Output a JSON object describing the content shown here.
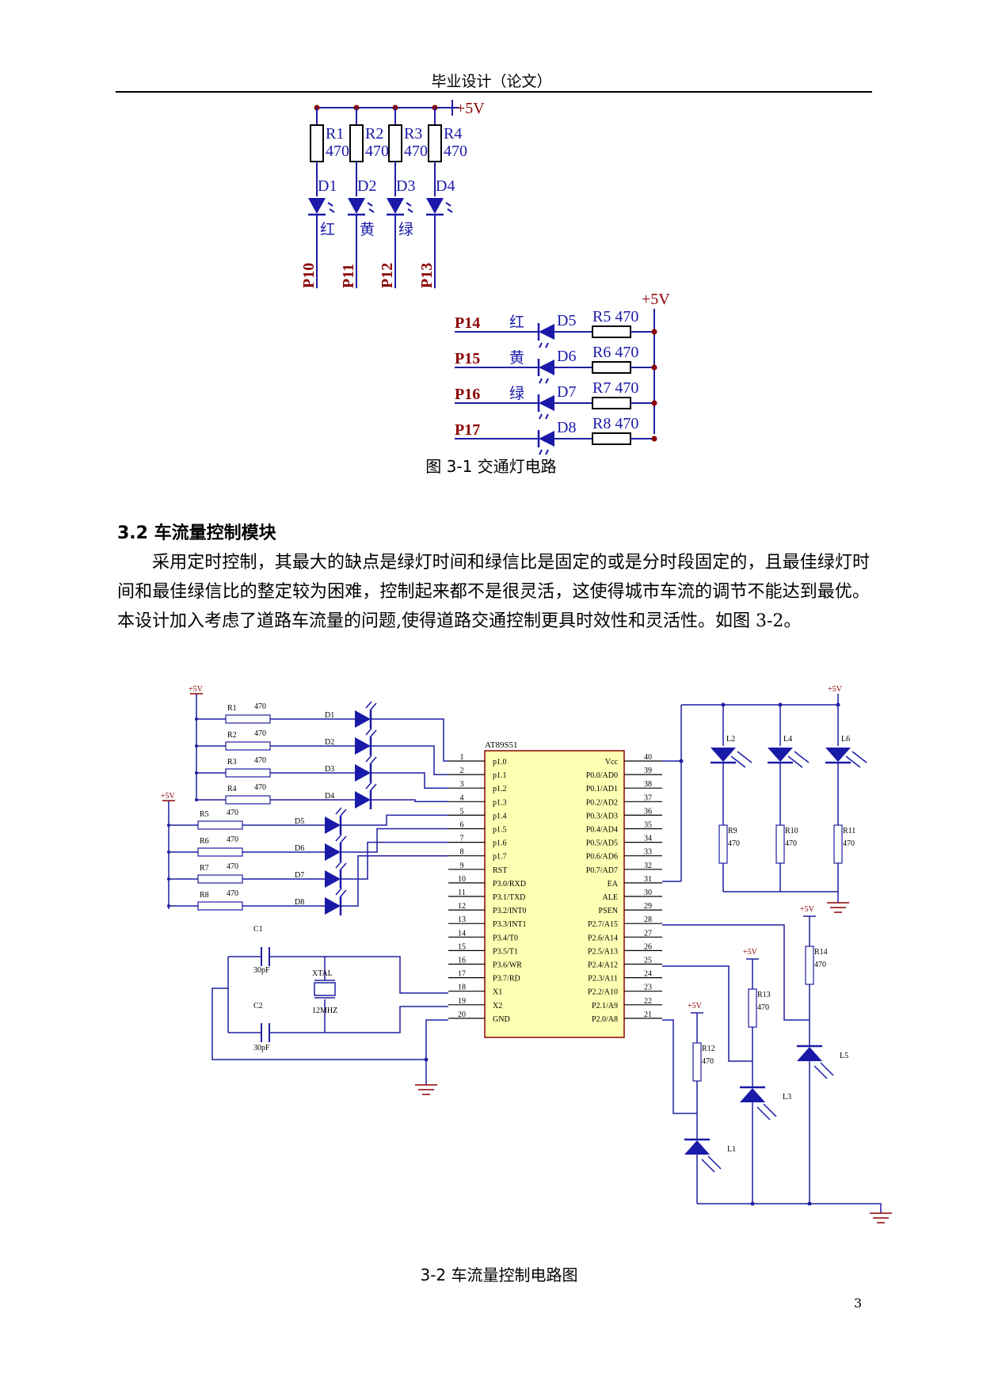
{
  "header": {
    "title": "毕业设计（论文）"
  },
  "figure1": {
    "supply_label": "+5V",
    "top_resistors": [
      {
        "name": "R1",
        "value": "470"
      },
      {
        "name": "R2",
        "value": "470"
      },
      {
        "name": "R3",
        "value": "470"
      },
      {
        "name": "R4",
        "value": "470"
      }
    ],
    "top_diodes": [
      {
        "name": "D1",
        "color": "红",
        "port": "P10"
      },
      {
        "name": "D2",
        "color": "黄",
        "port": "P11"
      },
      {
        "name": "D3",
        "color": "绿",
        "port": "P12"
      },
      {
        "name": "D4",
        "color": "",
        "port": "P13"
      }
    ],
    "supply_label_2": "+5V",
    "right_rows": [
      {
        "port": "P14",
        "color": "红",
        "diode": "D5",
        "resistor": "R5",
        "value": "470"
      },
      {
        "port": "P15",
        "color": "黄",
        "diode": "D6",
        "resistor": "R6",
        "value": "470"
      },
      {
        "port": "P16",
        "color": "绿",
        "diode": "D7",
        "resistor": "R7",
        "value": "470"
      },
      {
        "port": "P17",
        "color": "",
        "diode": "D8",
        "resistor": "R8",
        "value": "470"
      }
    ],
    "caption": "图 3-1  交通灯电路"
  },
  "section": {
    "title": "3.2 车流量控制模块",
    "paragraph": "采用定时控制，其最大的缺点是绿灯时间和绿信比是固定的或是分时段固定的，且最佳绿灯时间和最佳绿信比的整定较为困难，控制起来都不是很灵活，这使得城市车流的调节不能达到最优。本设计加入考虑了道路车流量的问题,使得道路交通控制更具时效性和灵活性。如图 3-2。"
  },
  "figure2": {
    "chip": "AT89S51",
    "left_pins": [
      "p1.0",
      "p1.1",
      "p1.2",
      "p1.3",
      "p1.4",
      "p1.5",
      "p1.6",
      "p1.7",
      "RST",
      "P3.0/RXD",
      "P3.1/TXD",
      "P3.2/INT0",
      "P3.3/INT1",
      "P3.4/T0",
      "P3.5/T1",
      "P3.6/WR",
      "P3.7/RD",
      "X1",
      "X2",
      "GND"
    ],
    "right_pins": [
      "Vcc",
      "P0.0/AD0",
      "P0.1/AD1",
      "P0.2/AD2",
      "P0.3/AD3",
      "P0.4/AD4",
      "P0.5/AD5",
      "P0.6/AD6",
      "P0.7/AD7",
      "EA",
      "ALE",
      "PSEN",
      "P2.7/A15",
      "P2.6/A14",
      "P2.5/A13",
      "P2.4/A12",
      "P2.3/A11",
      "P2.2/A10",
      "P2.1/A9",
      "P2.0/A8"
    ],
    "left_pin_numbers": [
      "1",
      "2",
      "3",
      "4",
      "5",
      "6",
      "7",
      "8",
      "9",
      "10",
      "11",
      "12",
      "13",
      "14",
      "15",
      "16",
      "17",
      "18",
      "19",
      "20"
    ],
    "right_pin_numbers": [
      "40",
      "39",
      "38",
      "37",
      "36",
      "35",
      "34",
      "33",
      "32",
      "31",
      "30",
      "29",
      "28",
      "27",
      "26",
      "25",
      "24",
      "23",
      "22",
      "21"
    ],
    "supply": "+5V",
    "left_resistors": [
      {
        "name": "R1",
        "value": "470",
        "diode": "D1"
      },
      {
        "name": "R2",
        "value": "470",
        "diode": "D2"
      },
      {
        "name": "R3",
        "value": "470",
        "diode": "D3"
      },
      {
        "name": "R4",
        "value": "470",
        "diode": "D4"
      },
      {
        "name": "R5",
        "value": "470",
        "diode": "D5"
      },
      {
        "name": "R6",
        "value": "470",
        "diode": "D6"
      },
      {
        "name": "R7",
        "value": "470",
        "diode": "D7"
      },
      {
        "name": "R8",
        "value": "470",
        "diode": "D8"
      }
    ],
    "crystal": {
      "c1": "C1",
      "c1_value": "30pF",
      "c2": "C2",
      "c2_value": "30pF",
      "xtal": "XTAL",
      "freq": "12MHZ"
    },
    "right_top": [
      {
        "diode": "L2",
        "resistor": "R9",
        "value": "470"
      },
      {
        "diode": "L4",
        "resistor": "R10",
        "value": "470"
      },
      {
        "diode": "L6",
        "resistor": "R11",
        "value": "470"
      }
    ],
    "right_bottom": [
      {
        "diode": "L1",
        "resistor": "R12",
        "value": "470"
      },
      {
        "diode": "L3",
        "resistor": "R13",
        "value": "470"
      },
      {
        "diode": "L5",
        "resistor": "R14",
        "value": "470"
      }
    ],
    "caption": "3-2 车流量控制电路图"
  },
  "page_number": "3"
}
